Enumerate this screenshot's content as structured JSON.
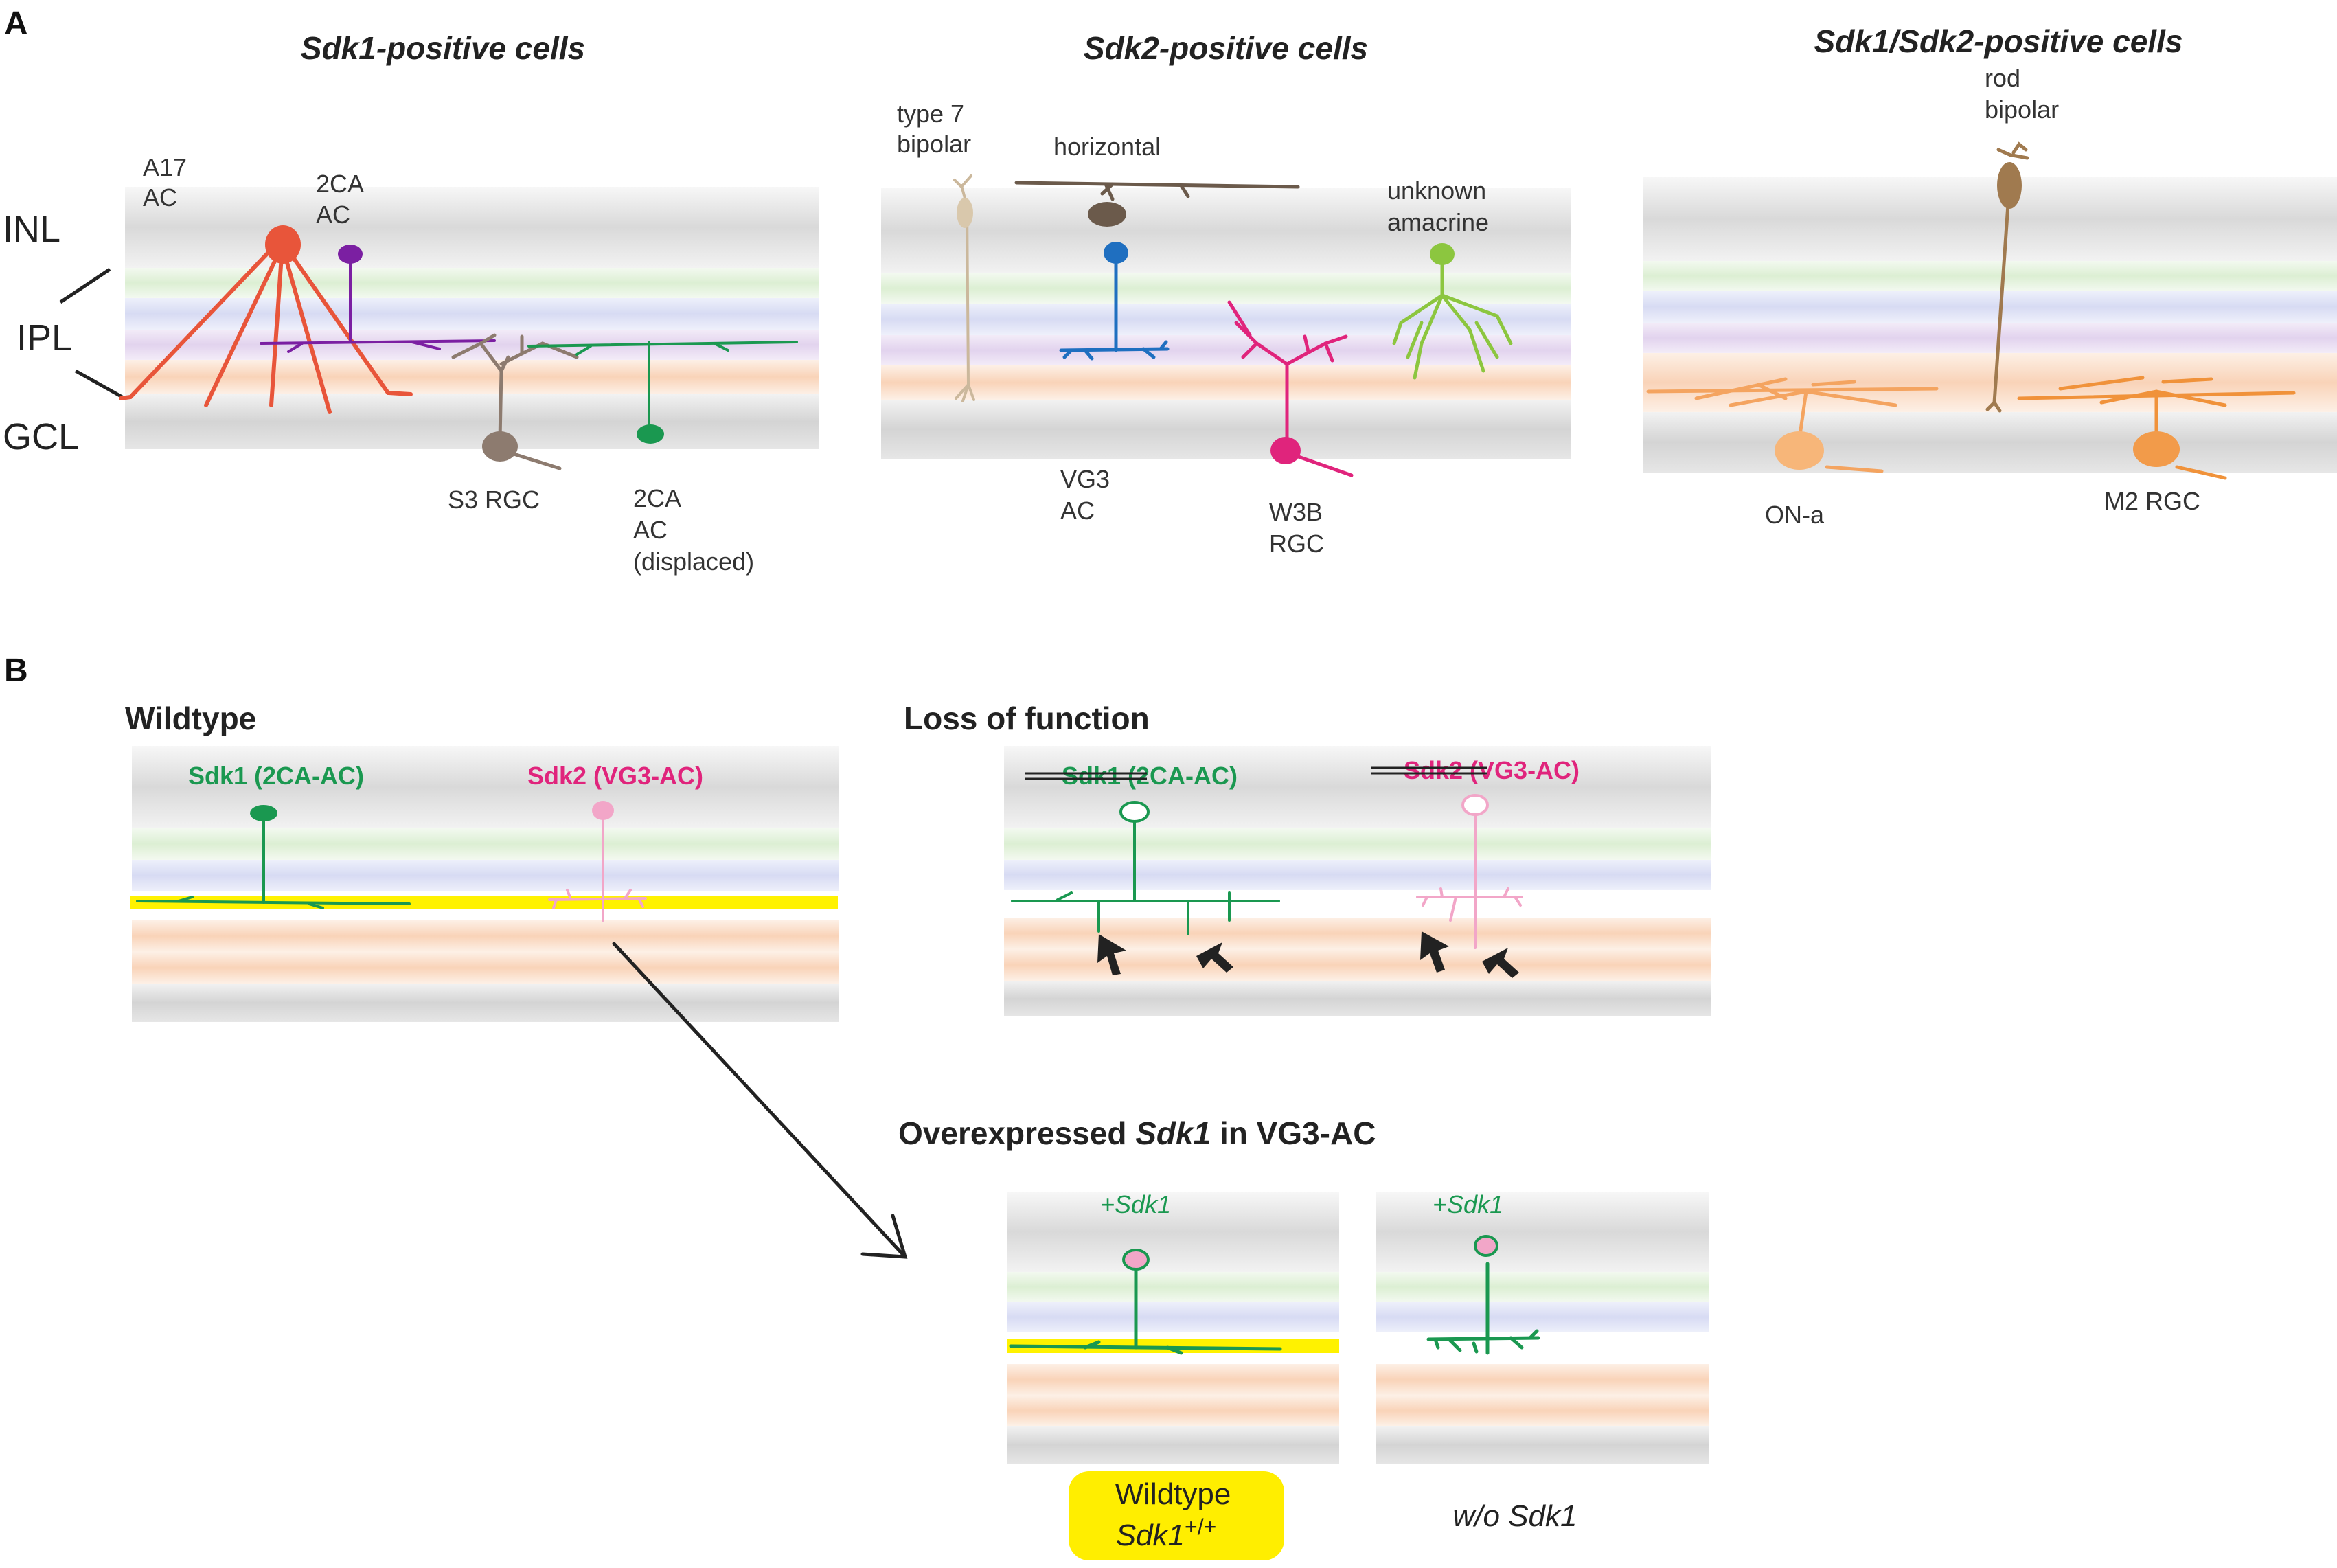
{
  "panel_a": {
    "letter": "A",
    "layer_labels": {
      "inl": "INL",
      "ipl": "IPL",
      "gcl": "GCL"
    },
    "sdk1_column": {
      "title": "Sdk1-positive cells",
      "cells": {
        "a17_ac": [
          "A17",
          "AC"
        ],
        "ca2_ac": [
          "2CA",
          "AC"
        ],
        "s3_rgc": [
          "S3 RGC"
        ],
        "ca2_displaced": [
          "2CA",
          "AC",
          "(displaced)"
        ]
      }
    },
    "sdk2_column": {
      "title": "Sdk2-positive cells",
      "cells": {
        "type7_bipolar": [
          "type 7",
          "bipolar"
        ],
        "horizontal": [
          "horizontal"
        ],
        "unknown_amacrine": [
          "unknown",
          "amacrine"
        ],
        "vg3_ac": [
          "VG3",
          "AC"
        ],
        "w3b_rgc": [
          "W3B",
          "RGC"
        ]
      }
    },
    "sdk12_column": {
      "title": "Sdk1/Sdk2-positive cells",
      "cells": {
        "rod_bipolar": [
          "rod",
          "bipolar"
        ],
        "on_a": [
          "ON-a"
        ],
        "m2_rgc": [
          "M2 RGC"
        ]
      }
    }
  },
  "panel_b": {
    "letter": "B",
    "wildtype": {
      "heading": "Wildtype",
      "sdk1_label": "Sdk1 (2CA-AC)",
      "sdk2_label": "Sdk2 (VG3-AC)"
    },
    "loss_of_function": {
      "heading": "Loss of function",
      "sdk1_struck": "Sdk1",
      "sdk1_cell": " (2CA-AC)",
      "sdk2_struck": "Sdk2",
      "sdk2_cell": " (VG3-AC)"
    },
    "overexpressed": {
      "heading_pre": "Overexpressed ",
      "heading_gene": "Sdk1",
      "heading_post": " in VG3-AC",
      "plus_label_prefix": "+",
      "plus_label_gene": "Sdk1",
      "wildtype_badge": {
        "line1": "Wildtype",
        "gene": "Sdk1",
        "genotype": "+/+"
      },
      "without_label": "w/o Sdk1"
    }
  },
  "colors": {
    "inl_gray": "#dcdcdc",
    "green_band": "#e2f0dc",
    "blue_band": "#dde0f5",
    "purple_band": "#e8dcf0",
    "orange_band": "#fbe1cf",
    "yellow_band": "#fff200",
    "a17": "#e8553a",
    "ca2": "#7b1fa2",
    "ca2_green": "#1a9850",
    "rgc_brown": "#8d7b6f",
    "bipolar_tan": "#cbb89c",
    "horizontal": "#6b5a4b",
    "vg3_blue": "#1f6fc0",
    "w3b_magenta": "#e0247c",
    "amacrine_green": "#8cc63f",
    "rod_brown": "#a07a4f",
    "on_orange": "#f4a460",
    "m2_orange": "#f0923a",
    "sdk2_pink": "#f2a6c8",
    "badge_yellow": "#ffee00"
  }
}
